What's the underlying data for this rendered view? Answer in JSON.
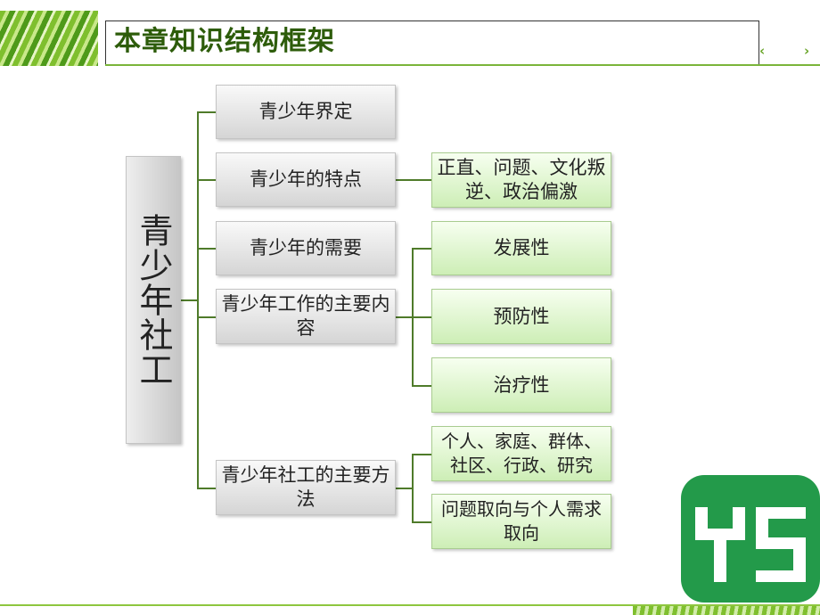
{
  "slide": {
    "title": "本章知识结构框架",
    "nav_prev": "‹",
    "nav_next": "›"
  },
  "diagram": {
    "root": "青少年社工",
    "branches": [
      {
        "label": "青少年界定"
      },
      {
        "label": "青少年的特点",
        "children": [
          "正直、问题、文化叛逆、政治偏激"
        ]
      },
      {
        "label": "青少年的需要"
      },
      {
        "label": "青少年工作的主要内容",
        "children": [
          "发展性",
          "预防性",
          "治疗性"
        ]
      },
      {
        "label": "青少年社工的主要方法",
        "children": [
          "个人、家庭、群体、社区、行政、研究",
          "问题取向与个人需求取向"
        ]
      }
    ]
  },
  "logo": {
    "text": "YS",
    "color": "#239a4a"
  }
}
